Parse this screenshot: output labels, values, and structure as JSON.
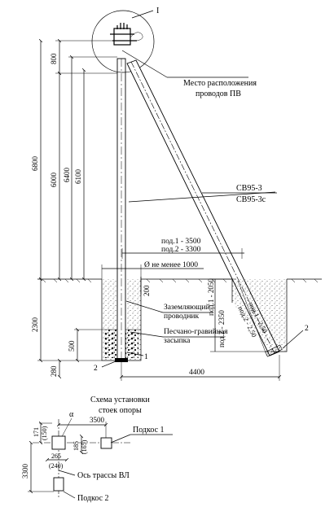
{
  "labels": {
    "callout_marker": "I",
    "wire_location": "Место расположения",
    "wire_location_2": "проводов ПВ",
    "brace_code_1": "СВ95-3",
    "brace_code_2": "СВ95-3с",
    "brace_1_distance": "под.1 - 3500",
    "brace_2_distance": "под.2 - 3300",
    "pit_diameter": "Ø не менее 1000",
    "grounding": "Заземляющий",
    "grounding_2": "проводник",
    "sand_fill": "Песчано-гравийная",
    "sand_fill_2": "засыпка",
    "pos_1": "1",
    "pos_2": "2",
    "pos_2b": "2",
    "brace_depth_1": "под.1 - 2050",
    "brace_depth_2": "под.2 - 2350",
    "brace_len_1": "под.1 - 2,50",
    "brace_len_2": "под.2 - 2,50",
    "scheme_title": "Схема установки",
    "scheme_title_2": "стоек опоры",
    "alpha": "α",
    "brace_1": "Подкос 1",
    "brace_2": "Подкос 2",
    "line_axis": "Ось трассы ВЛ"
  },
  "dimensions": {
    "d800": "800",
    "d6800": "6800",
    "d6000": "6000",
    "d6400": "6400",
    "d6100": "6100",
    "d2300": "2300",
    "d500": "500",
    "d280": "280",
    "d200": "200",
    "d4400": "4400",
    "s3500": "3500",
    "s171": "171",
    "s150": "(150)",
    "s185": "185",
    "s165": "(165)",
    "s265": "265",
    "s240": "(240)",
    "s3300": "3300"
  }
}
